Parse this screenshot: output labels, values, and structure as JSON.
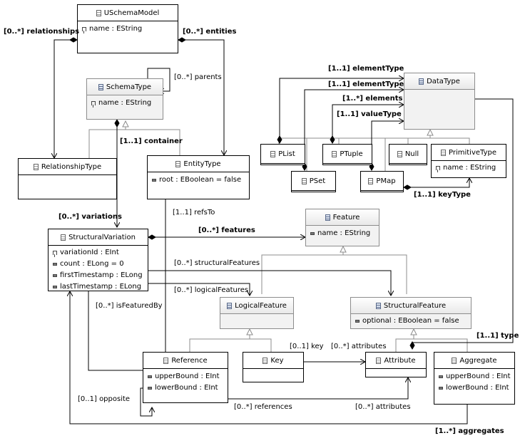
{
  "classes": {
    "uschema": {
      "name": "USchemaModel",
      "attrs": [
        "name : EString"
      ]
    },
    "schematype": {
      "name": "SchemaType",
      "attrs": [
        "name : EString"
      ]
    },
    "relationshiptype": {
      "name": "RelationshipType",
      "attrs": []
    },
    "entitytype": {
      "name": "EntityType",
      "attrs": [
        "root : EBoolean = false"
      ]
    },
    "structvar": {
      "name": "StructuralVariation",
      "attrs": [
        "variationId : EInt",
        "count : ELong = 0",
        "firstTimestamp : ELong",
        "lastTimestamp : ELong"
      ]
    },
    "feature": {
      "name": "Feature",
      "attrs": [
        "name : EString"
      ]
    },
    "logicalfeature": {
      "name": "LogicalFeature",
      "attrs": []
    },
    "structfeature": {
      "name": "StructuralFeature",
      "attrs": [
        "optional : EBoolean = false"
      ]
    },
    "reference": {
      "name": "Reference",
      "attrs": [
        "upperBound : EInt",
        "lowerBound : EInt"
      ]
    },
    "key": {
      "name": "Key",
      "attrs": []
    },
    "attribute": {
      "name": "Attribute",
      "attrs": []
    },
    "aggregate": {
      "name": "Aggregate",
      "attrs": [
        "upperBound : EInt",
        "lowerBound : EInt"
      ]
    },
    "datatype": {
      "name": "DataType",
      "attrs": []
    },
    "plist": {
      "name": "PList",
      "attrs": []
    },
    "pset": {
      "name": "PSet",
      "attrs": []
    },
    "ptuple": {
      "name": "PTuple",
      "attrs": []
    },
    "null": {
      "name": "Null",
      "attrs": []
    },
    "pmap": {
      "name": "PMap",
      "attrs": []
    },
    "primitivetype": {
      "name": "PrimitiveType",
      "attrs": [
        "name : EString"
      ]
    }
  },
  "labels": {
    "relationships": "[0..*] relationships",
    "entities": "[0..*] entities",
    "parents": "[0..*] parents",
    "container": "[1..1] container",
    "variations": "[0..*] variations",
    "refsTo": "[1..1] refsTo",
    "features": "[0..*] features",
    "structuralFeatures": "[0..*] structuralFeatures",
    "logicalFeatures": "[0..*] logicalFeatures",
    "isFeaturedBy": "[0..*] isFeaturedBy",
    "key": "[0..1] key",
    "attributes_top": "[0..*] attributes",
    "type": "[1..1] type",
    "opposite": "[0..1] opposite",
    "references": "[0..*] references",
    "attributes_bottom": "[0..*] attributes",
    "aggregates": "[1..*] aggregates",
    "elementType1": "[1..1] elementType",
    "elementType2": "[1..1] elementType",
    "elements": "[1..*] elements",
    "valueType": "[1..1] valueType",
    "keyType": "[1..1] keyType"
  },
  "colors": {
    "line": "#000000",
    "generalization": "#8c8c8c"
  }
}
